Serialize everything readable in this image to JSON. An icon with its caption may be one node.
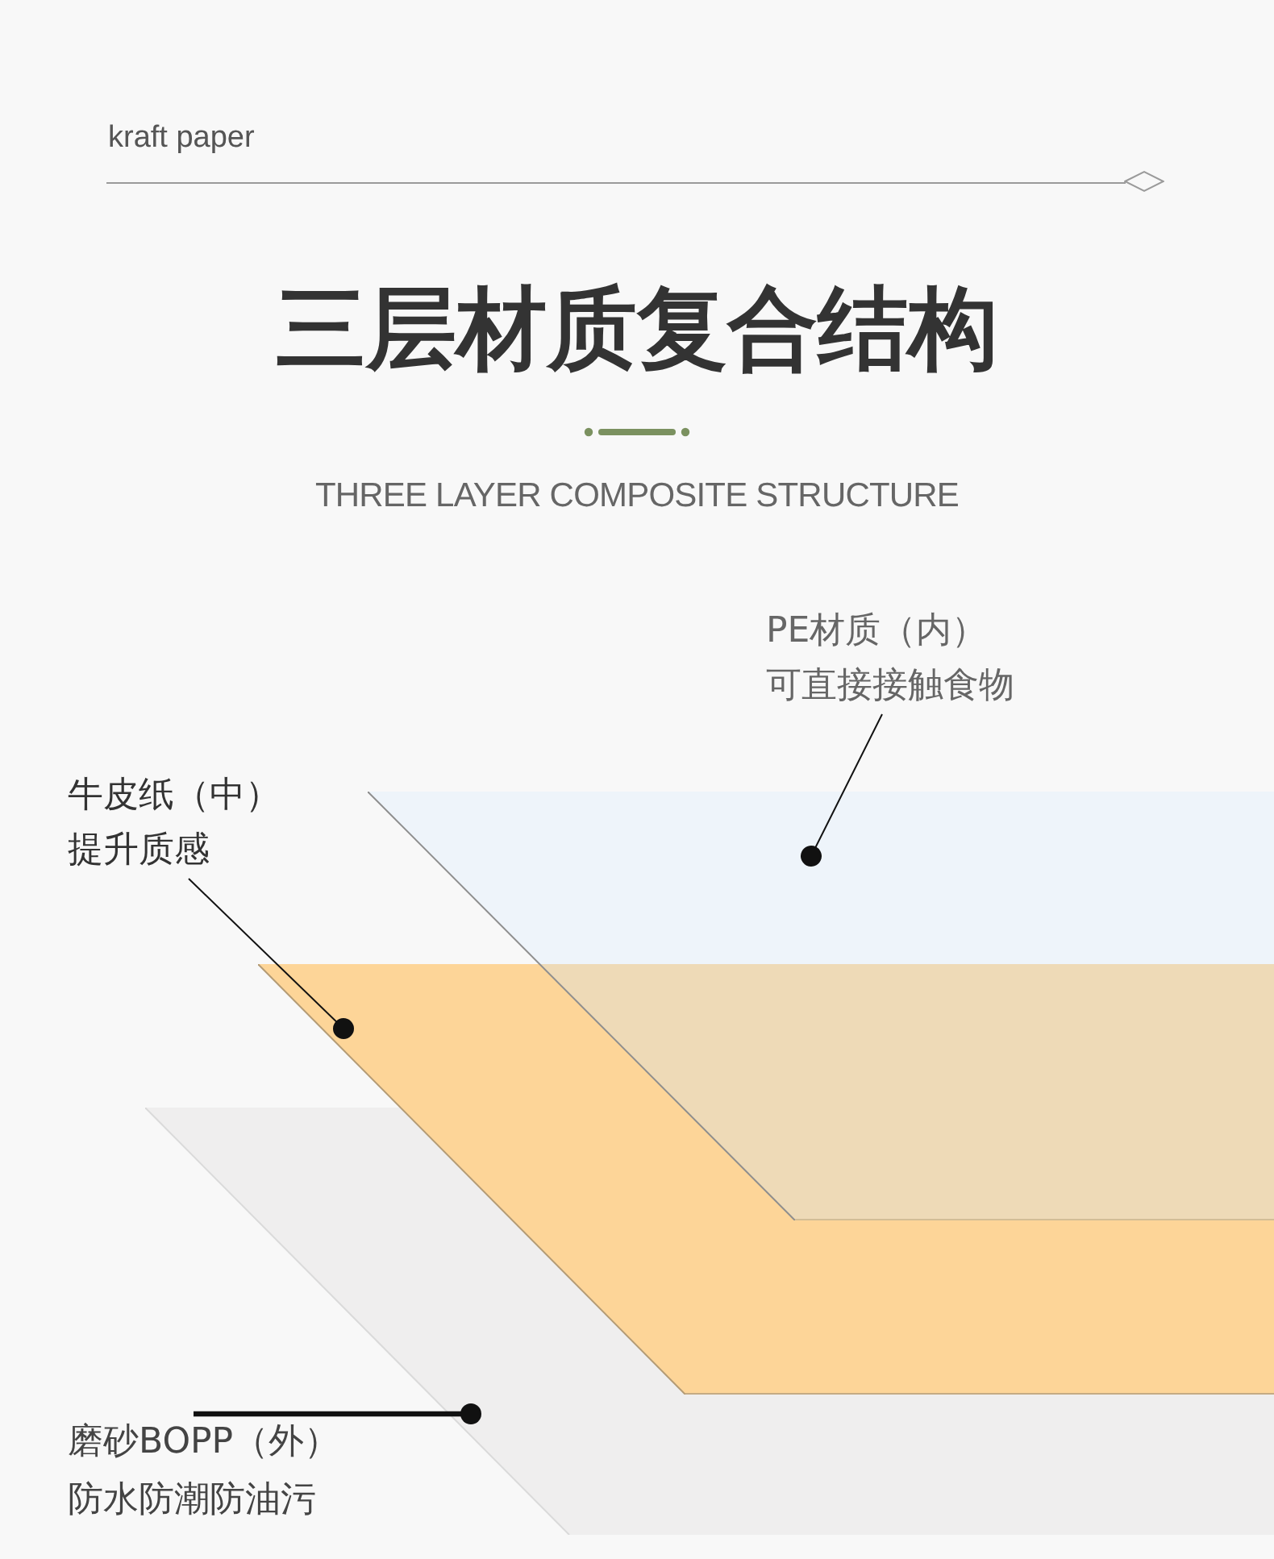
{
  "diagram": {
    "title": "三层材质复合结构",
    "nodes": [
      {
        "text": [
          "PE材质（内）",
          "可直接接触食物"
        ]
      },
      {
        "text": [
          "牛皮纸（中）",
          "提升质感"
        ]
      },
      {
        "text": [
          "磨砂BOPP（外）",
          "防水防潮防油污"
        ]
      },
      {
        "text": [],
        "shape": "sheet"
      },
      {
        "text": [],
        "shape": "sheet"
      },
      {
        "text": [],
        "shape": "sheet"
      }
    ],
    "edges": [
      {
        "from": 0,
        "to": 3,
        "arrow": "other"
      },
      {
        "from": 1,
        "to": 4,
        "arrow": "other"
      },
      {
        "from": 2,
        "to": 5,
        "arrow": "other",
        "style": "thick"
      }
    ],
    "labels": [
      "kraft paper",
      "THREE LAYER COMPOSITE STRUCTURE"
    ]
  }
}
